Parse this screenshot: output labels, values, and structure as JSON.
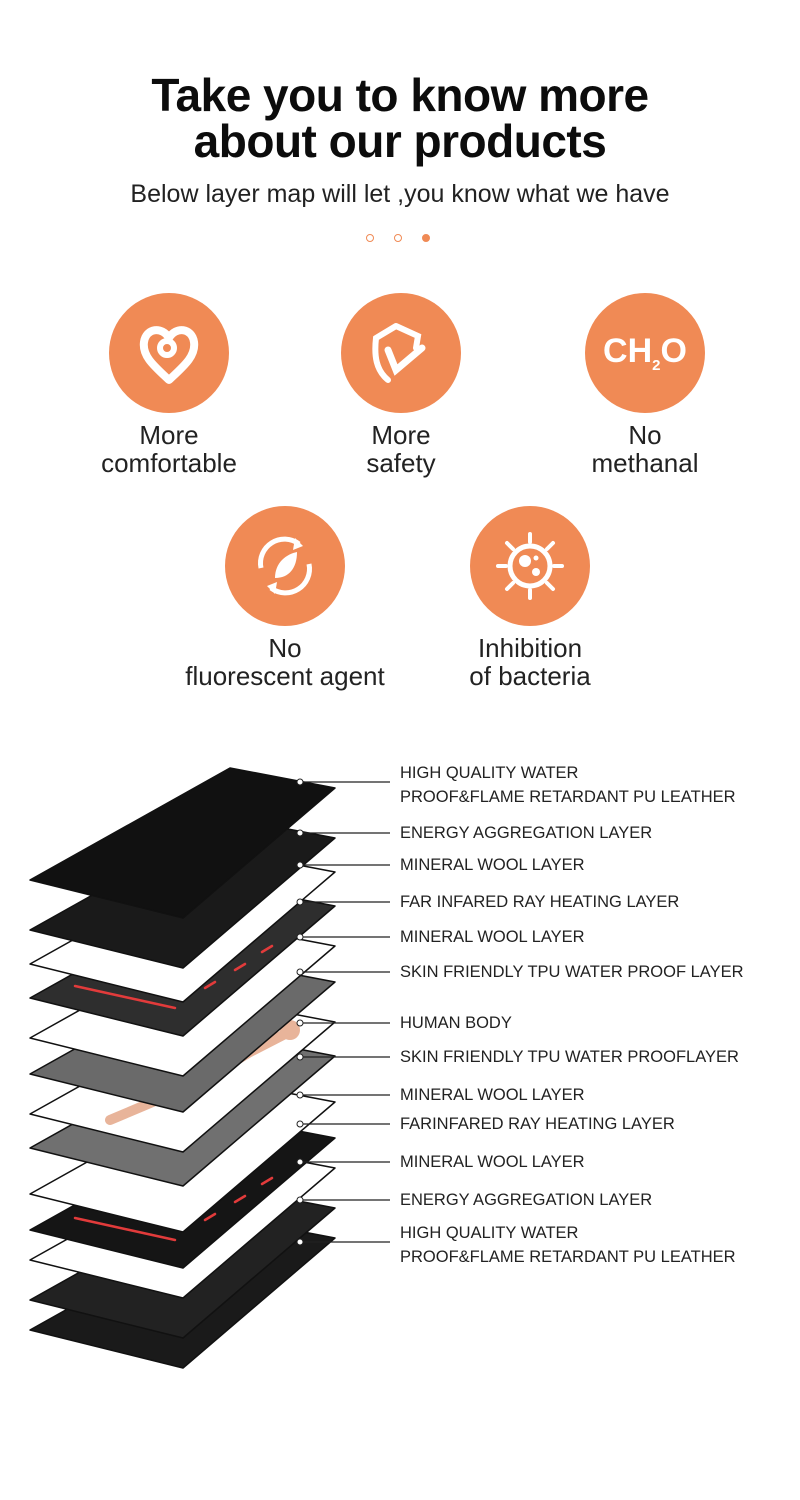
{
  "header": {
    "title_line1": "Take you to know more",
    "title_line2": "about our products",
    "subtitle": "Below layer map will let ,you know what we have"
  },
  "pagination": {
    "count": 3,
    "active": 3
  },
  "accent_color": "#f08a55",
  "features": [
    {
      "icon": "heart-icon",
      "line1": "More",
      "line2": "comfortable"
    },
    {
      "icon": "shield-check-icon",
      "line1": "More",
      "line2": "safety"
    },
    {
      "icon": "ch2o-icon",
      "icon_text": "CH",
      "icon_sub": "2",
      "icon_tail": "O",
      "line1": "No",
      "line2": "methanal"
    },
    {
      "icon": "leaf-recycle-icon",
      "line1": "No",
      "line2": "fluorescent agent"
    },
    {
      "icon": "bacteria-icon",
      "line1": "Inhibition",
      "line2": "of bacteria"
    }
  ],
  "layers": [
    {
      "line1": "HIGH QUALITY WATER",
      "line2": "PROOF&FLAME RETARDANT PU LEATHER"
    },
    {
      "line1": "ENERGY AGGREGATION LAYER"
    },
    {
      "line1": "MINERAL WOOL LAYER"
    },
    {
      "line1": "FAR INFARED RAY HEATING LAYER"
    },
    {
      "line1": "MINERAL WOOL LAYER"
    },
    {
      "line1": "SKIN FRIENDLY TPU WATER PROOF LAYER"
    },
    {
      "line1": "HUMAN BODY"
    },
    {
      "line1": "SKIN FRIENDLY TPU WATER PROOFLAYER"
    },
    {
      "line1": "MINERAL WOOL LAYER"
    },
    {
      "line1": "FARINFARED RAY HEATING LAYER"
    },
    {
      "line1": "MINERAL WOOL LAYER"
    },
    {
      "line1": "ENERGY AGGREGATION LAYER"
    },
    {
      "line1": "HIGH QUALITY WATER",
      "line2": "PROOF&FLAME RETARDANT PU LEATHER"
    }
  ]
}
